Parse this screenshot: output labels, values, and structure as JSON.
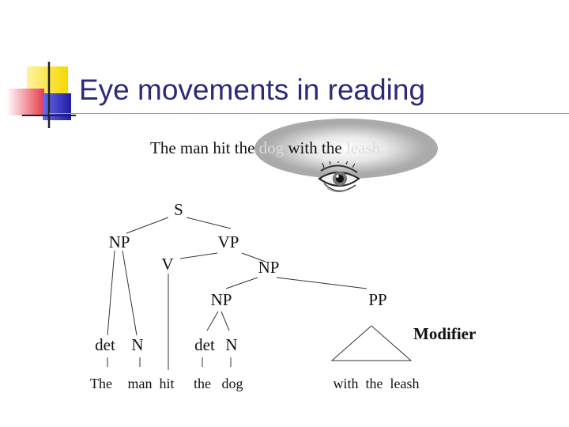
{
  "title": "Eye movements in reading",
  "sentence": {
    "words": [
      {
        "text": "The",
        "dim": false
      },
      {
        "text": "man",
        "dim": false
      },
      {
        "text": "hit",
        "dim": false
      },
      {
        "text": "the",
        "dim": false
      },
      {
        "text": "dog",
        "dim": true
      },
      {
        "text": "with",
        "dim": false
      },
      {
        "text": "the",
        "dim": false
      },
      {
        "text": "leash.",
        "dim": true
      }
    ]
  },
  "tree": {
    "nodes": {
      "s": "S",
      "np_subject": "NP",
      "vp": "VP",
      "v": "V",
      "np_object": "NP",
      "np_inner": "NP",
      "pp": "PP",
      "det_1": "det",
      "n_1": "N",
      "det_2": "det",
      "n_2": "N"
    },
    "leaves": {
      "the_1": "The",
      "man": "man",
      "hit": "hit",
      "the_2": "the",
      "dog": "dog",
      "with_the_leash": "with  the  leash"
    },
    "modifier_label": "Modifier"
  },
  "colors": {
    "title": "#2b2a7a",
    "logo_yellow": "#f5d800",
    "logo_red": "#e63a4a",
    "logo_blue": "#2f2fb8",
    "dim_word": "#dcdcdc"
  },
  "icons": [
    "eye-icon"
  ]
}
